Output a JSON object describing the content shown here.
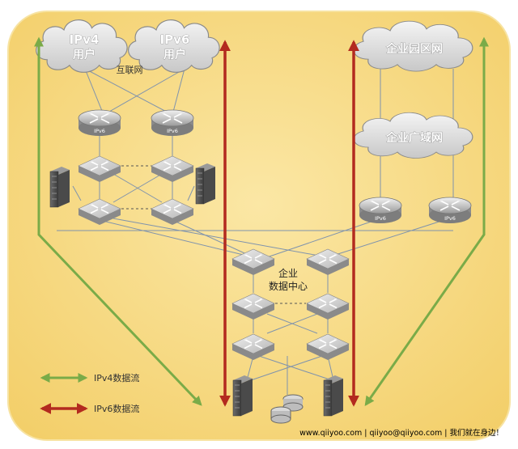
{
  "clouds": {
    "ipv4_line1": "IPv4",
    "ipv4_line2": "用户",
    "ipv6_line1": "IPv6",
    "ipv6_line2": "用户",
    "campus": "企业园区网",
    "wan": "企业广域网"
  },
  "internet_label": "互联网",
  "router_tag": "IPv6",
  "datacenter": {
    "line1": "企业",
    "line2": "数据中心"
  },
  "legend": {
    "ipv4": "IPv4数据流",
    "ipv6": "IPv6数据流"
  },
  "colors": {
    "background": "#f8de8c",
    "ipv4_flow": "#7aab48",
    "ipv6_flow": "#b32a1f"
  },
  "footer": "www.qiiyoo.com | qiiyoo@qiiyoo.com | 我们就在身边！"
}
